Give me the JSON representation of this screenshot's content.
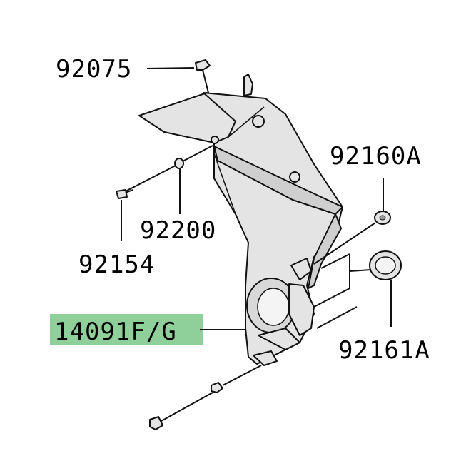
{
  "labels": {
    "p92075": "92075",
    "p92160A": "92160A",
    "p92200": "92200",
    "p92154": "92154",
    "p14091FG": "14091F/G",
    "p92161A": "92161A"
  },
  "colors": {
    "highlight": "#8fcf9a",
    "part_fill": "#e4e4e4",
    "outline": "#111111"
  }
}
